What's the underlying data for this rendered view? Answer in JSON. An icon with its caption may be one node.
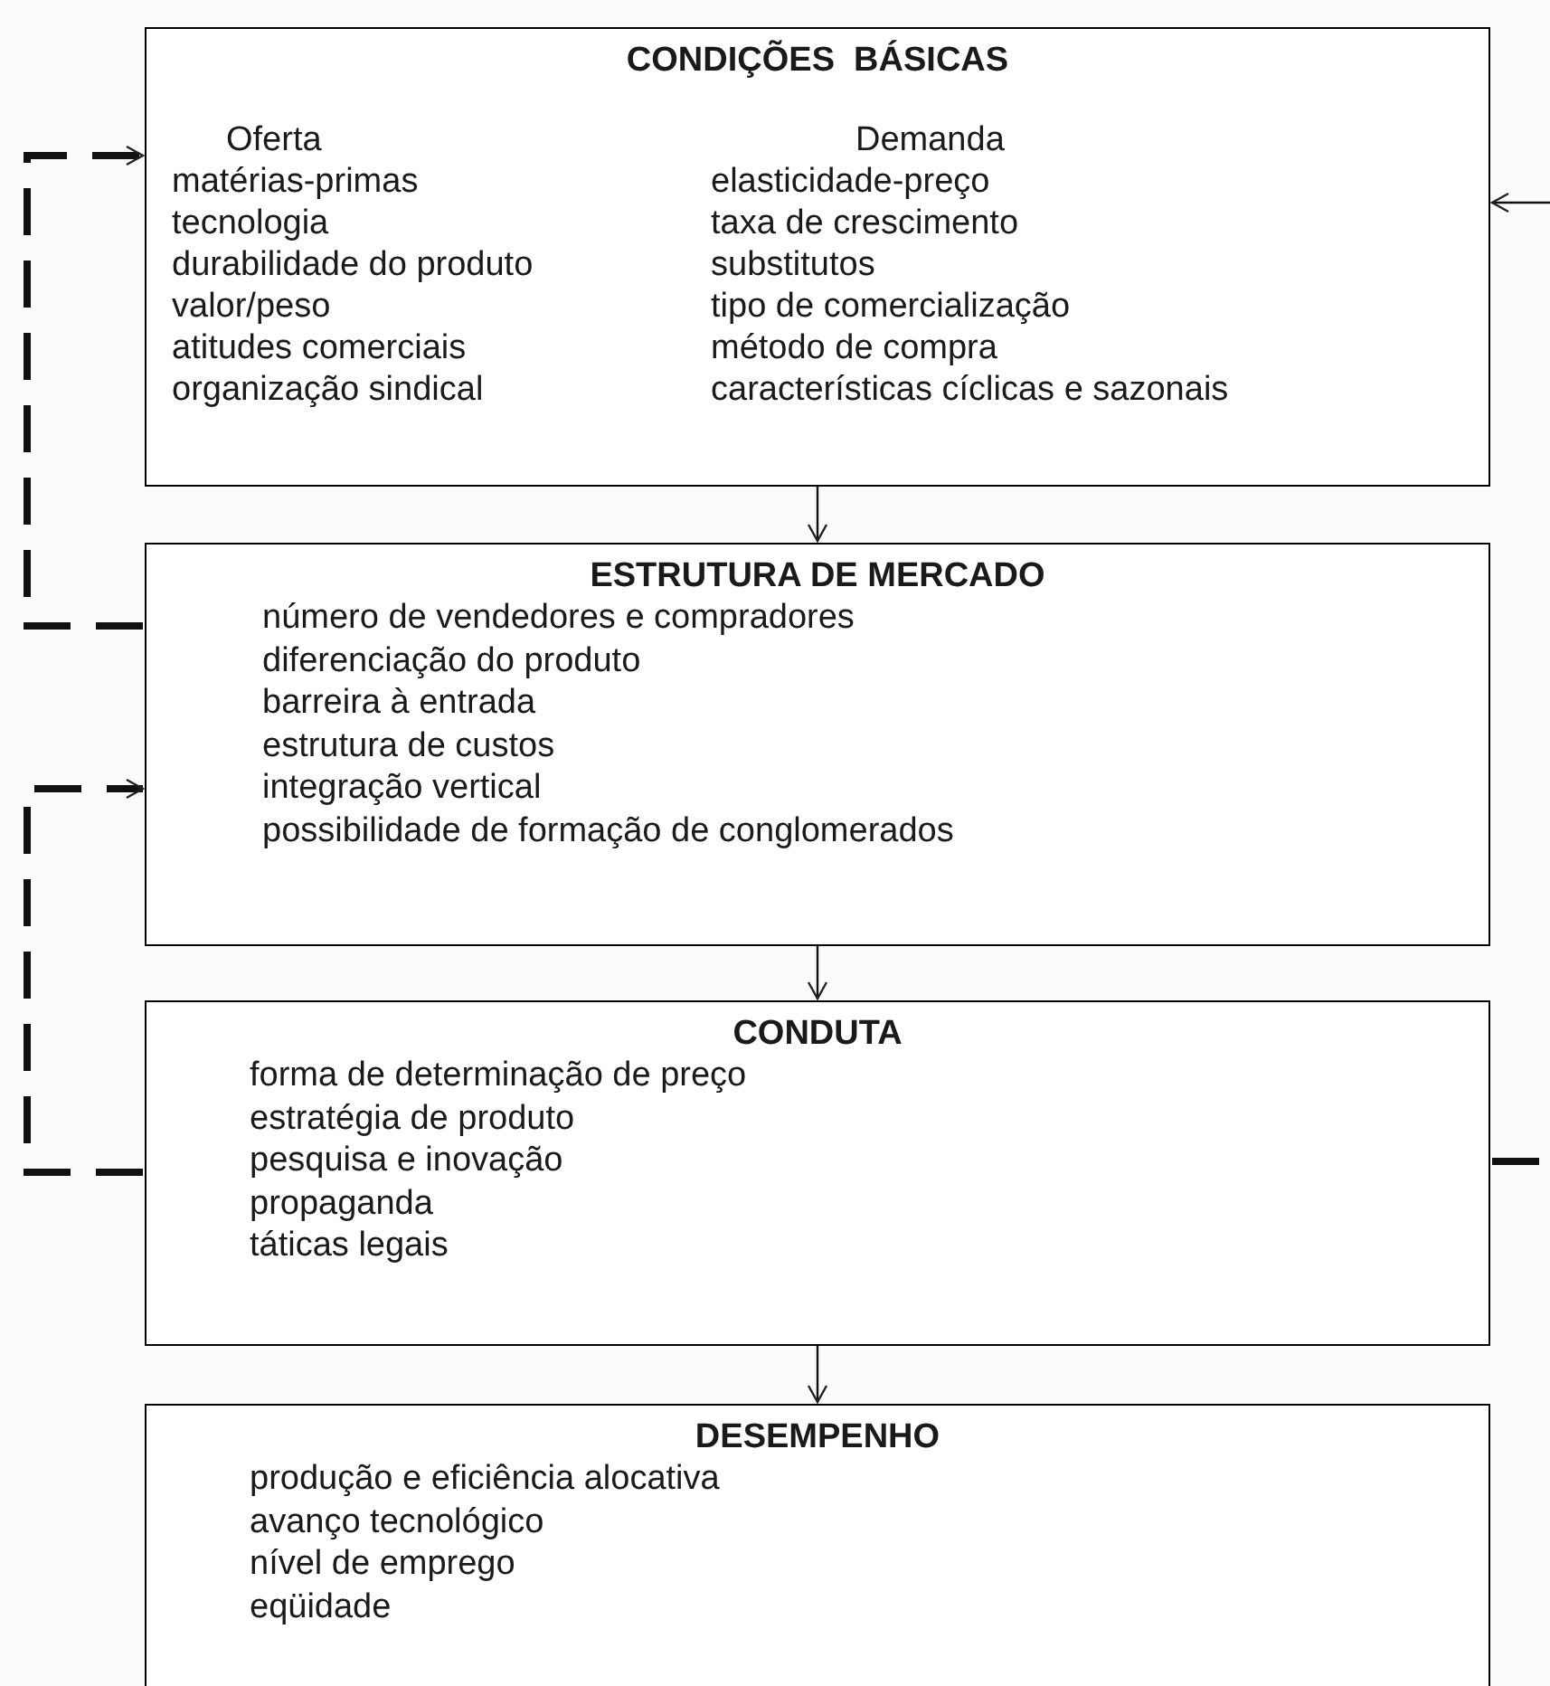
{
  "diagram": {
    "nodes": [
      {
        "text": [
          "CONDIÇÕES  BÁSICAS",
          "Oferta",
          "matérias-primas",
          "tecnologia",
          "durabilidade do produto",
          "valor/peso",
          "atitudes comerciais",
          "organização sindical",
          "Demanda",
          "elasticidade-preço",
          "taxa de crescimento",
          "substitutos",
          "tipo de comercialização",
          "método de compra",
          "características cíclicas e sazonais"
        ]
      },
      {
        "text": [
          "ESTRUTURA DE MERCADO",
          "número de vendedores e compradores",
          "diferenciação do produto",
          "barreira à entrada",
          "estrutura de custos",
          "integração vertical",
          "possibilidade de formação de conglomerados"
        ]
      },
      {
        "text": [
          "CONDUTA",
          "forma de determinação de preço",
          "estratégia de produto",
          "pesquisa e inovação",
          "propaganda",
          "táticas legais"
        ]
      },
      {
        "text": [
          "DESEMPENHO",
          "produção e eficiência alocativa",
          "avanço tecnológico",
          "nível de emprego",
          "eqüidade"
        ]
      }
    ],
    "edges": [
      {
        "from": 0,
        "to": 1,
        "arrow": "to"
      },
      {
        "from": 1,
        "to": 2,
        "arrow": "to"
      },
      {
        "from": 2,
        "to": 3,
        "arrow": "to"
      },
      {
        "from": 1,
        "to": 0,
        "arrow": "to",
        "style": "dashed"
      },
      {
        "from": 2,
        "to": 1,
        "arrow": "to",
        "style": "dashed"
      },
      {
        "from": null,
        "to": 0,
        "arrow": "to"
      },
      {
        "from": 2,
        "to": null,
        "arrow": "none",
        "style": "dashed"
      }
    ]
  }
}
